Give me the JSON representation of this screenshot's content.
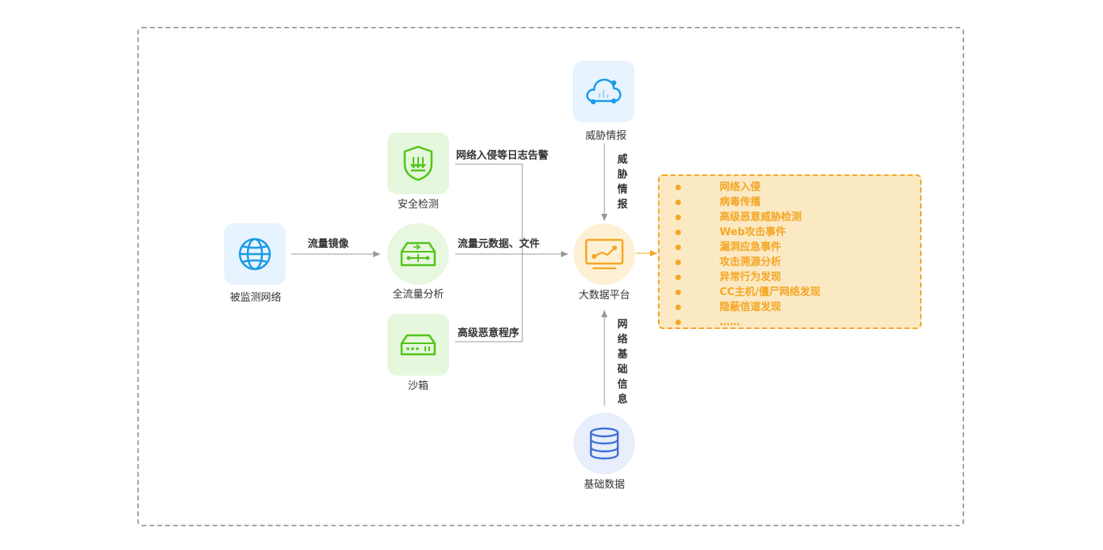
{
  "nodes": {
    "monitored_network": "被监测网络",
    "security_detection": "安全检测",
    "full_traffic_analysis": "全流量分析",
    "sandbox": "沙箱",
    "threat_intel": "威胁情报",
    "big_data_platform": "大数据平台",
    "base_data": "基础数据"
  },
  "flows": {
    "traffic_mirror": "流量镜像",
    "intrusion_logs": "网络入侵等日志告警",
    "metadata_files": "流量元数据、文件",
    "malware": "高级恶意程序",
    "threat_intel_vertical": "威胁情报",
    "network_base_info_vertical": "网络基础信息"
  },
  "outcomes": [
    "网络入侵",
    "病毒传播",
    "高级恶意威胁检测",
    "Web攻击事件",
    "漏洞应急事件",
    "攻击溯源分析",
    "异常行为发现",
    "CC主机/僵尸网络发现",
    "隐蔽信道发现",
    "……"
  ],
  "colors": {
    "blue": "#1a9be6",
    "green": "#52c41a",
    "orange": "#f5a623",
    "arrow": "#999999"
  },
  "icons": {
    "monitored_network": "globe-icon",
    "security_detection": "shield-icon",
    "full_traffic_analysis": "switch-icon",
    "sandbox": "device-icon",
    "threat_intel": "cloud-icon",
    "big_data_platform": "monitor-chart-icon",
    "base_data": "database-icon"
  }
}
